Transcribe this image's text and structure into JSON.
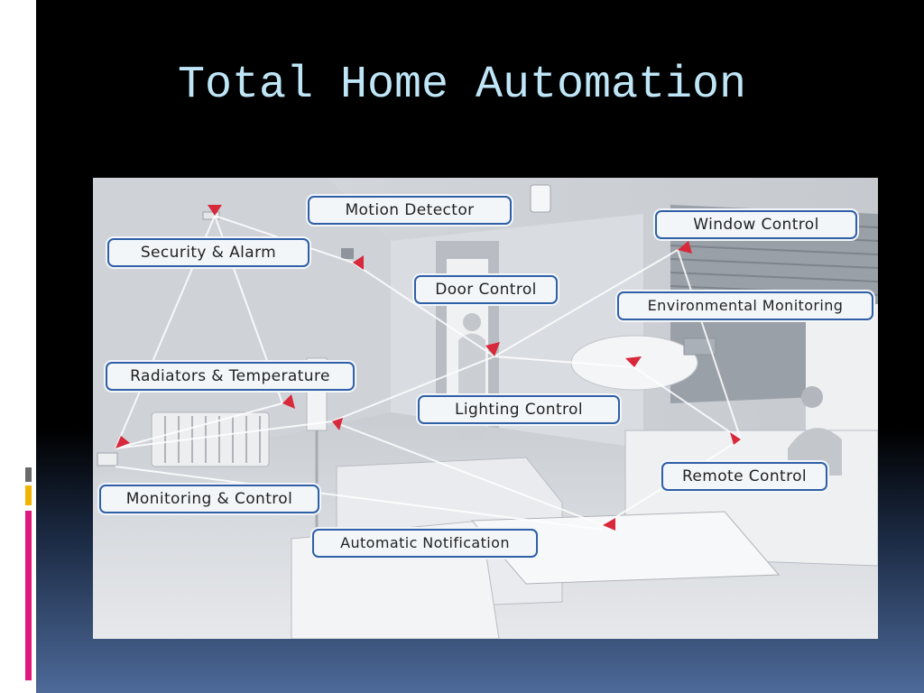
{
  "slide": {
    "title": "Total Home Automation"
  },
  "colors": {
    "callout_border": "#2f5fa6",
    "sensor_red": "#d8283b",
    "title_text": "#bfe6f6",
    "accent_pink": "#e0177f",
    "accent_gold": "#f1b400",
    "accent_gray": "#6a6a6a"
  },
  "diagram": {
    "callouts": [
      {
        "id": "motion-detector",
        "label": "Motion Detector"
      },
      {
        "id": "security-alarm",
        "label": "Security & Alarm"
      },
      {
        "id": "window-control",
        "label": "Window Control"
      },
      {
        "id": "door-control",
        "label": "Door Control"
      },
      {
        "id": "environmental-monitoring",
        "label": "Environmental Monitoring"
      },
      {
        "id": "radiators-temperature",
        "label": "Radiators & Temperature"
      },
      {
        "id": "lighting-control",
        "label": "Lighting Control"
      },
      {
        "id": "remote-control",
        "label": "Remote Control"
      },
      {
        "id": "monitoring-control",
        "label": "Monitoring & Control"
      },
      {
        "id": "automatic-notification",
        "label": "Automatic Notification"
      }
    ]
  }
}
